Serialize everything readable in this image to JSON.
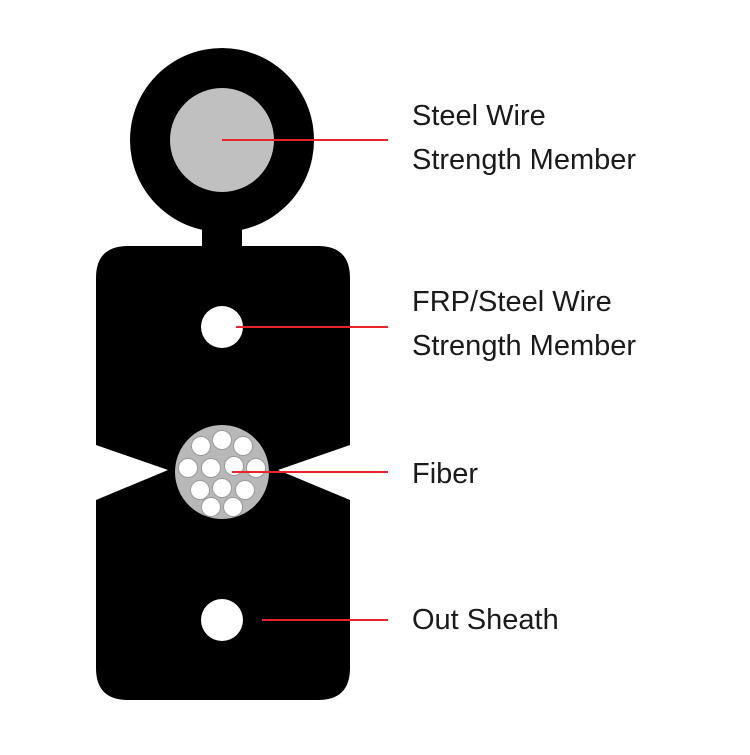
{
  "colors": {
    "sheath": "#000000",
    "steel_core": "#c0c0c0",
    "fiber_bundle": "#b8b8b8",
    "fiber": "#ffffff",
    "leader": "#e8232a",
    "text": "#1a1a1a"
  },
  "labels": {
    "steel_wire_line1": "Steel Wire",
    "steel_wire_line2": "Strength Member",
    "frp_line1": "FRP/Steel Wire",
    "frp_line2": "Strength Member",
    "fiber": "Fiber",
    "out_sheath": "Out Sheath"
  },
  "fiber_count": 12
}
